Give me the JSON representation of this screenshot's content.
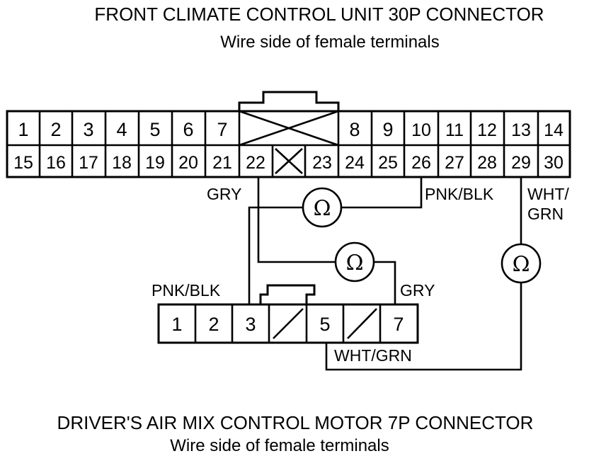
{
  "titles": {
    "top_title": "FRONT CLIMATE CONTROL UNIT 30P CONNECTOR",
    "top_subtitle": "Wire side of female terminals",
    "bottom_title": "DRIVER'S AIR MIX CONTROL MOTOR 7P CONNECTOR",
    "bottom_subtitle": "Wire side of female terminals"
  },
  "connector_30p": {
    "top_row": [
      "1",
      "2",
      "3",
      "4",
      "5",
      "6",
      "7",
      "",
      "8",
      "9",
      "10",
      "11",
      "12",
      "13",
      "14"
    ],
    "bottom_row": [
      "15",
      "16",
      "17",
      "18",
      "19",
      "20",
      "21",
      "22",
      "",
      "23",
      "24",
      "25",
      "26",
      "27",
      "28",
      "29",
      "30"
    ]
  },
  "connector_7p": {
    "cells": [
      "1",
      "2",
      "3",
      "",
      "5",
      "",
      "7"
    ]
  },
  "wire_labels": {
    "gry_top": "GRY",
    "pnk_blk_top": "PNK/BLK",
    "wht_grn_top_line1": "WHT/",
    "wht_grn_top_line2": "GRN",
    "pnk_blk_bottom": "PNK/BLK",
    "gry_bottom": "GRY",
    "wht_grn_bottom": "WHT/GRN"
  },
  "ohmmeter_symbol": "Ω"
}
